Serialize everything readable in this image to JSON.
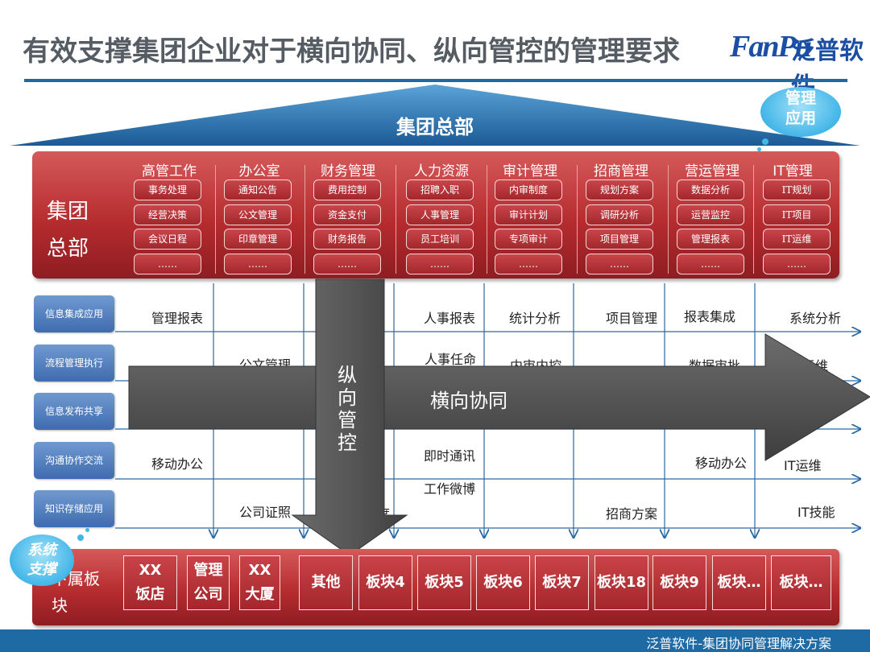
{
  "title": "有效支撑集团企业对于横向协同、纵向管控的管理要求",
  "logo": {
    "en": "FanPu",
    "cn": "泛普软件"
  },
  "hq_banner": "集团总部",
  "cloud_management": "管理应用",
  "hq_label": "集团总部",
  "departments": [
    {
      "title": "高管工作",
      "items": [
        "事务处理",
        "经营决策",
        "会议日程",
        "……"
      ]
    },
    {
      "title": "办公室",
      "items": [
        "通知公告",
        "公文管理",
        "印章管理",
        "……"
      ]
    },
    {
      "title": "财务管理",
      "items": [
        "费用控制",
        "资金支付",
        "财务报告",
        "……"
      ]
    },
    {
      "title": "人力资源",
      "items": [
        "招聘入职",
        "人事管理",
        "员工培训",
        "……"
      ]
    },
    {
      "title": "审计管理",
      "items": [
        "内审制度",
        "审计计划",
        "专项审计",
        "……"
      ]
    },
    {
      "title": "招商管理",
      "items": [
        "规划方案",
        "调研分析",
        "项目管理",
        "……"
      ]
    },
    {
      "title": "营运管理",
      "items": [
        "数据分析",
        "运营监控",
        "管理报表",
        "……"
      ]
    },
    {
      "title": "IT管理",
      "items": [
        "IT规划",
        "IT项目",
        "IT运维",
        "……"
      ]
    }
  ],
  "rows": [
    "信息集成应用",
    "流程管理执行",
    "信息发布共享",
    "沟通协作交流",
    "知识存储应用"
  ],
  "cells": {
    "r1": [
      "管理报表",
      "人事报表",
      "统计分析",
      "项目管理",
      "报表集成",
      "系统分析"
    ],
    "r2": [
      "公文管理",
      "人事任命",
      "内审内控",
      "数据审批",
      "运维"
    ],
    "r4": [
      "移动办公",
      "即时通讯",
      "移动办公",
      "IT运维"
    ],
    "r5": [
      "工作微博",
      "公司证照",
      "度",
      "招商方案",
      "IT技能"
    ]
  },
  "h_arrow_label": "横向协同",
  "v_arrow_label": "纵向管控",
  "cloud_system": "系统支撑",
  "bottom_label": "下属板块",
  "blocks": [
    "XX饭店",
    "管理公司",
    "XX大厦",
    "其他",
    "板块4",
    "板块5",
    "板块6",
    "板块7",
    "板块18",
    "板块9",
    "板块…",
    "板块…"
  ],
  "footer": "泛普软件-集团协同管理解决方案",
  "colors": {
    "title_gray": "#555c63",
    "blue": "#1d6aa5",
    "red": "#b62c2f",
    "arrow_gray": "#555555"
  }
}
